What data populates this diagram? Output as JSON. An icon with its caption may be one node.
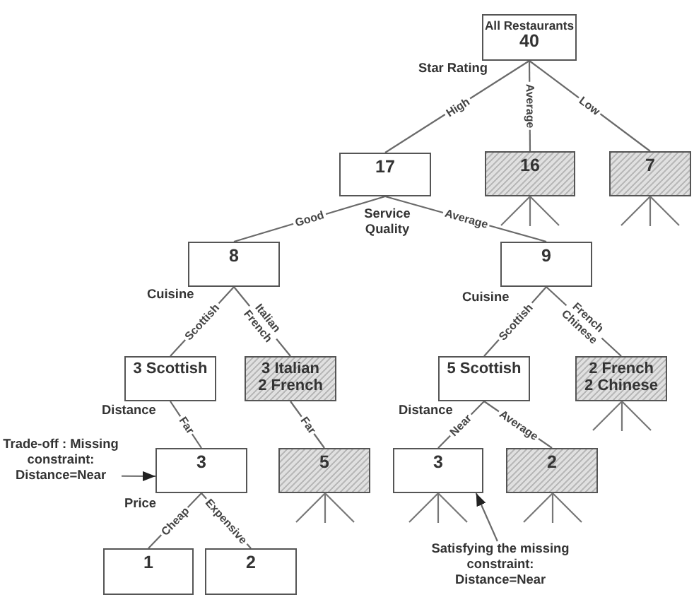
{
  "diagram": {
    "nodes": [
      {
        "text": [
          "All Restaurants",
          "40"
        ],
        "beside": [
          "Star Rating"
        ]
      },
      {
        "text": [
          "17"
        ],
        "beside": [
          "Service Quality"
        ]
      },
      {
        "text": [
          "16"
        ]
      },
      {
        "text": [
          "7"
        ]
      },
      {
        "text": [
          "8"
        ],
        "beside": [
          "Cuisine"
        ]
      },
      {
        "text": [
          "9"
        ],
        "beside": [
          "Cuisine"
        ]
      },
      {
        "text": [
          "3 Scottish"
        ],
        "beside": [
          "Distance"
        ]
      },
      {
        "text": [
          "3 Italian 2 French"
        ]
      },
      {
        "text": [
          "5 Scottish"
        ],
        "beside": [
          "Distance"
        ]
      },
      {
        "text": [
          "2 French 2 Chinese"
        ]
      },
      {
        "text": [
          "3"
        ],
        "beside": [
          "Price"
        ]
      },
      {
        "text": [
          "5"
        ]
      },
      {
        "text": [
          "3"
        ]
      },
      {
        "text": [
          "2"
        ]
      },
      {
        "text": [
          "1"
        ]
      },
      {
        "text": [
          "2"
        ]
      },
      {
        "text": [
          "Trade-off : Missing constraint: Distance=Near"
        ]
      },
      {
        "text": [
          "Satisfying the missing constraint: Distance=Near"
        ]
      }
    ],
    "edges": [
      {
        "from": 0,
        "to": 1,
        "arrow": "none",
        "label": "High"
      },
      {
        "from": 0,
        "to": 2,
        "arrow": "none",
        "label": "Average"
      },
      {
        "from": 0,
        "to": 3,
        "arrow": "none",
        "label": "Low"
      },
      {
        "from": 1,
        "to": 4,
        "arrow": "none",
        "label": "Good"
      },
      {
        "from": 1,
        "to": 5,
        "arrow": "none",
        "label": "Average"
      },
      {
        "from": 4,
        "to": 6,
        "arrow": "none",
        "label": "Scottish"
      },
      {
        "from": 4,
        "to": 7,
        "arrow": "none",
        "label": "Italian French"
      },
      {
        "from": 5,
        "to": 8,
        "arrow": "none",
        "label": "Scottish"
      },
      {
        "from": 5,
        "to": 9,
        "arrow": "none",
        "label": "French Chinese"
      },
      {
        "from": 6,
        "to": 10,
        "arrow": "none",
        "label": "Far"
      },
      {
        "from": 7,
        "to": 11,
        "arrow": "none",
        "label": "Far"
      },
      {
        "from": 8,
        "to": 12,
        "arrow": "none",
        "label": "Near"
      },
      {
        "from": 8,
        "to": 13,
        "arrow": "none",
        "label": "Average"
      },
      {
        "from": 10,
        "to": 14,
        "arrow": "none",
        "label": "Cheap"
      },
      {
        "from": 10,
        "to": 15,
        "arrow": "none",
        "label": "Expensive"
      },
      {
        "from": 16,
        "to": 10,
        "arrow": "to"
      },
      {
        "from": 17,
        "to": 12,
        "arrow": "to"
      }
    ]
  }
}
